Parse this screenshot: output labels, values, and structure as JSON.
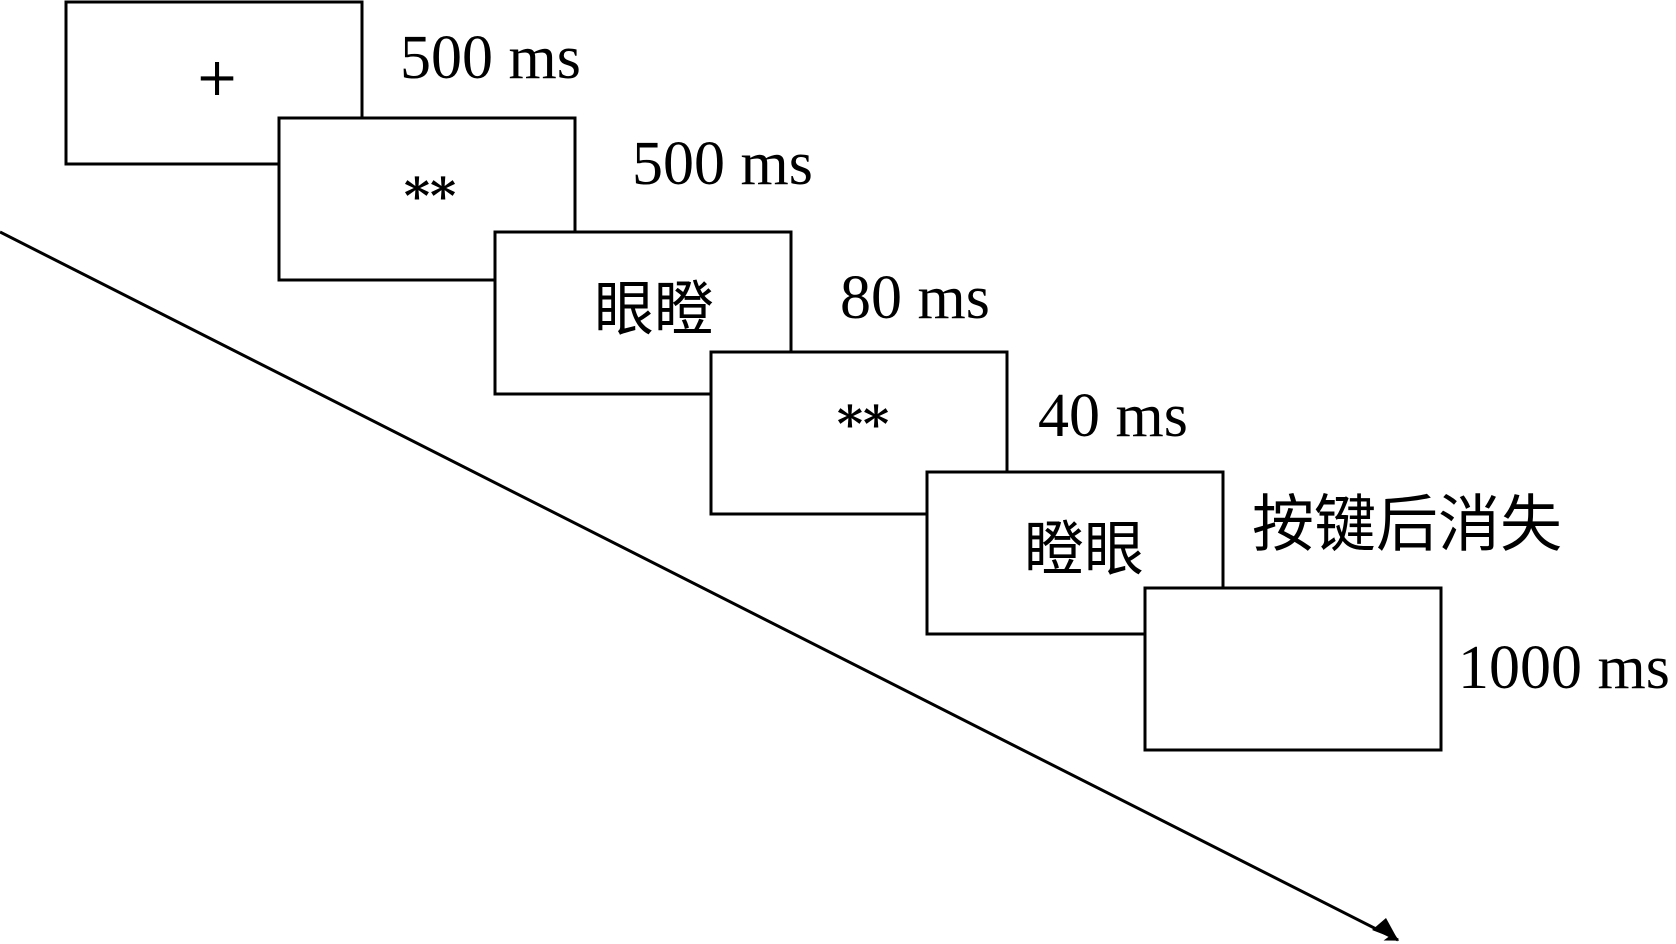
{
  "frames": [
    {
      "stimulus": "+",
      "duration": "500 ms"
    },
    {
      "stimulus": "**",
      "duration": "500 ms"
    },
    {
      "stimulus": "眼瞪",
      "duration": "80 ms"
    },
    {
      "stimulus": "**",
      "duration": "40 ms"
    },
    {
      "stimulus": "瞪眼",
      "duration": "按键后消失"
    },
    {
      "stimulus": "",
      "duration": "1000 ms"
    }
  ],
  "colors": {
    "stroke": "#000000",
    "background": "#ffffff"
  },
  "icons": {
    "time_arrow": "arrow-head-icon"
  }
}
